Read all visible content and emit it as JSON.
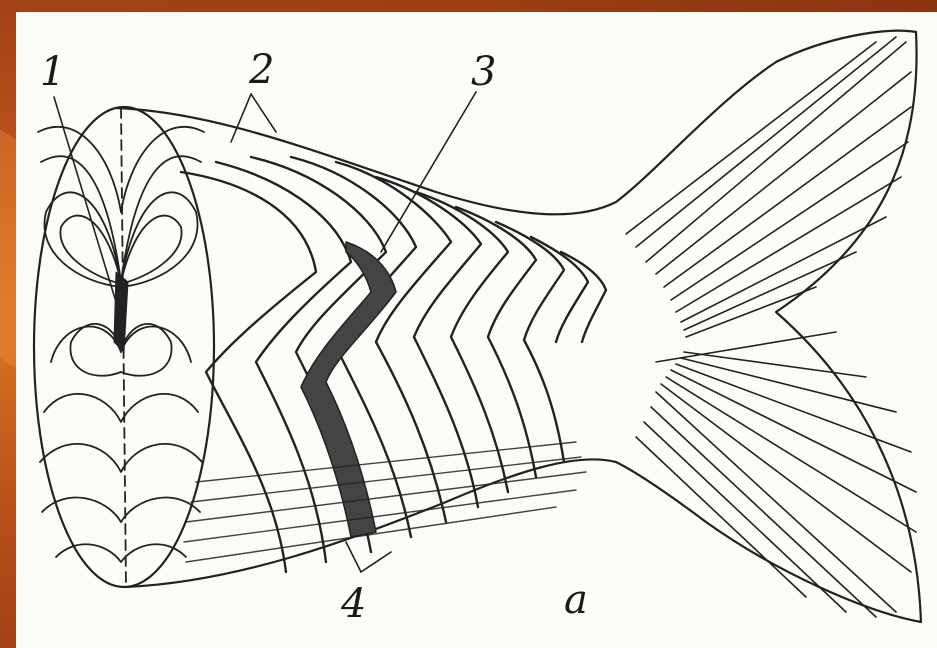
{
  "labels": {
    "one": "1",
    "two": "2",
    "three": "3",
    "four": "4",
    "a": "a"
  },
  "colors": {
    "background": "#c8601c",
    "paper": "#fbfbf8",
    "ink": "#1a1a1a"
  }
}
